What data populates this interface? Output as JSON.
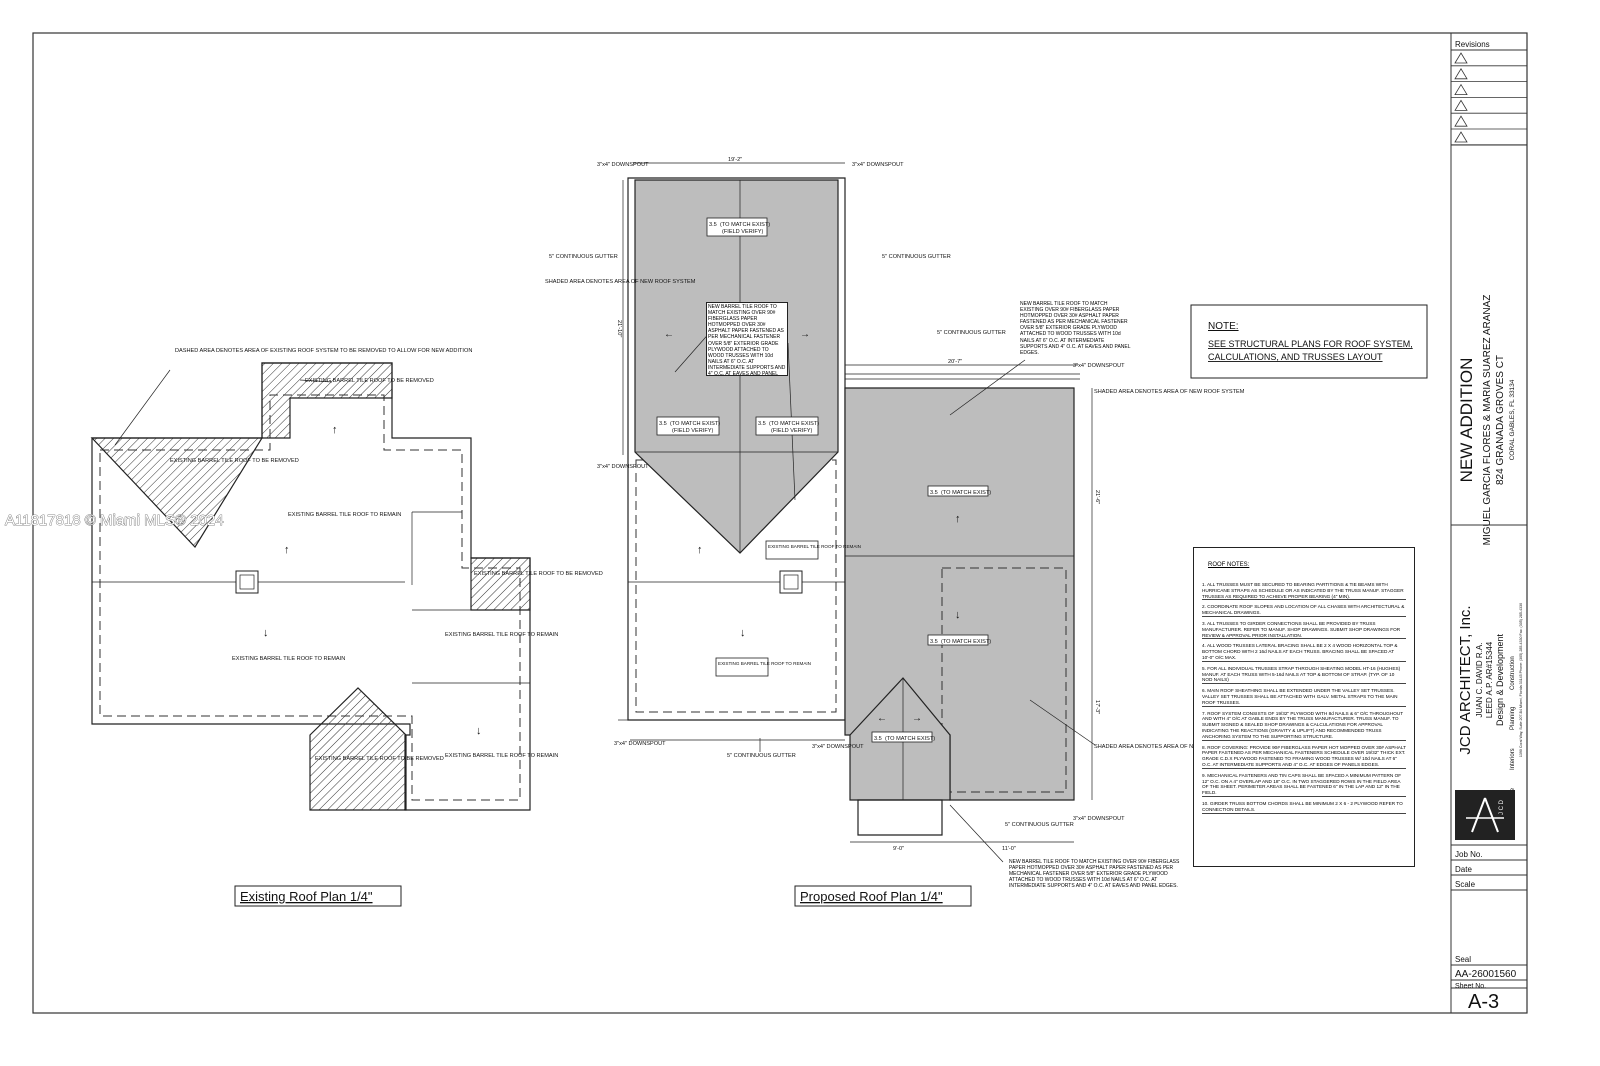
{
  "watermark": "A11817818 © Miami MLS® 2024",
  "revisions": {
    "title": "Revisions",
    "count": 6
  },
  "project": {
    "title": "NEW ADDITION",
    "owners": "MIGUEL GARCIA FLORES & MARIA SUAREZ ARANAZ",
    "address": "824 GRANADA GROVES CT",
    "city": "CORAL GABLES, FL 33134"
  },
  "firm": {
    "name": "JCD ARCHITECT, Inc.",
    "architect": "JUAN C. DAVID R.A.",
    "license": "LEED A.P. AR#15344",
    "tagline": "Design & Development",
    "disciplines": [
      "Architecture",
      "Interiors",
      "Planning",
      "Construction"
    ],
    "contact": "1390 Coral Way, Suite 207-B4   Miami, Florida 33145   Phone: (305) 285-4330   Fax: (305) 285-4330",
    "logo_letters": "J C D"
  },
  "titleblock": {
    "job_no_label": "Job No.",
    "date_label": "Date",
    "scale_label": "Scale",
    "seal_label": "Seal",
    "license_no": "AA-26001560",
    "sheet_no_label": "Sheet No.",
    "sheet_no": "A-3"
  },
  "existing_plan": {
    "title": "Existing Roof Plan 1/4\"",
    "labels": [
      "DASHED AREA DENOTES AREA OF EXISTING ROOF SYSTEM TO BE REMOVED TO ALLOW FOR NEW ADDITION",
      "EXISTING BARREL TILE ROOF TO BE REMOVED",
      "EXISTING BARREL TILE ROOF TO BE REMOVED",
      "EXISTING BARREL TILE ROOF TO REMAIN",
      "EXISTING BARREL TILE ROOF TO REMAIN",
      "EXISTING BARREL TILE ROOF TO BE REMOVED",
      "EXISTING BARREL TILE ROOF TO REMAIN",
      "EXISTING BARREL TILE ROOF TO REMAIN",
      "EXISTING BARREL TILE ROOF TO BE REMOVED"
    ]
  },
  "proposed_plan": {
    "title": "Proposed Roof Plan 1/4\"",
    "dims": [
      "19'-2\"",
      "20'-7\"",
      "21'-10\"",
      "21'-6\"",
      "17'-3\"",
      "9'-0\"",
      "11'-0\""
    ],
    "downspout": "3\"x4\" DOWNSPOUT",
    "gutter": "5\" CONTINUOUS GUTTER",
    "shaded_note": "SHADED AREA DENOTES AREA OF NEW ROOF SYSTEM",
    "match_exist": "(TO MATCH EXIST)",
    "field_verify": "(FIELD VERIFY)",
    "slope": "3.5",
    "new_roof_note": "NEW BARREL TILE ROOF TO MATCH EXISTING OVER 90# FIBERGLASS PAPER HOTMOPPED OVER 30# ASPHALT PAPER FASTENED AS PER MECHANICAL FASTENER OVER 5/8\" EXTERIOR GRADE PLYWOOD ATTACHED TO WOOD TRUSSES WITH 10d NAILS AT 6\" O.C. AT INTERMEDIATE SUPPORTS AND 4\" O.C. AT EAVES AND PANEL EDGES.",
    "existing_label": "EXISTING BARREL TILE ROOF TO REMAIN"
  },
  "note_box": {
    "title": "NOTE:",
    "lines": [
      "SEE STRUCTURAL PLANS FOR ROOF SYSTEM,",
      "CALCULATIONS, AND TRUSSES LAYOUT"
    ]
  },
  "roof_notes": {
    "title": "ROOF NOTES:",
    "items": [
      "1. ALL TRUSSES MUST BE SECURED TO BEARING PARTITIONS & TIE BEAMS WITH HURRICANE STRAPS AS SCHEDULE OR AS INDICATED BY THE TRUSS MANUF. STAGGER TRUSSES AS REQUIRED TO ACHIEVE PROPER BEARING (4\" MIN).",
      "2. COORDINATE ROOF SLOPES AND LOCATION OF ALL CHASES WITH ARCHITECTURAL & MECHANICAL DRAWINGS.",
      "3. ALL TRUSSES TO GIRDER CONNECTIONS SHALL BE PROVIDED BY TRUSS MANUFACTURER. REFER TO MANUF. SHOP DRAWINGS. SUBMIT SHOP DRAWINGS FOR REVIEW & APPROVAL PRIOR INSTALLATION.",
      "4. ALL WOOD TRUSSES LATERAL BRACING SHALL BE 2 X 4 WOOD HORIZONTAL TOP & BOTTOM CHORD WITH 2 16d NAILS AT EACH TRUSS. BRACING SHALL BE SPACED AT 10'-0\" O/C MAX.",
      "5. FOR ALL INDIVIDUAL TRUSSES STRAP THROUGH SHEATING MODEL HT-16 (HUGHES) MANUF. AT EACH TRUSS WITH 5-16d NAILS AT TOP & BOTTOM OF STRAP. (TYP. OF 10 NOD NAILS)",
      "6. MAIN ROOF SHEATHING SHALL BE EXTENDED UNDER THE VALLEY SET TRUSSES. VALLEY SET TRUSSES SHALL BE ATTACHED WITH GALV. METAL STRAPS TO THE MAIN ROOF TRUSSES.",
      "7. ROOF SYSTEM CONSISTS OF 19/32\" PLYWOOD WITH 8d NAILS & 6\" O/C THROUGHOUT AND WITH 4\" O/C AT GABLE ENDS BY THE TRUSS MANUFACTURER. TRUSS MANUF. TO SUBMIT SIGNED & SEALED SHOP DRAWINGS & CALCULATIONS FOR APPROVAL INDICATING THE REACTIONS (GRAVITY & UPLIFT) AND RECOMMENDED TRUSS ANCHORING SYSTEM TO THE SUPPORTING STRUCTURE.",
      "8. ROOF COVERING: PROVIDE 90# FIBERGLASS PAPER HOT MOPPED OVER 30# ASPHALT PAPER FASTENED AS PER MECHANICAL FASTENERS SCHEDULE OVER 19/32\" THICK EXT. GRADE C.D.X PLYWOOD FASTENED TO FRAMING WOOD TRUSSES W/ 10d NAILS AT 6\" O.C. AT INTERMEDIATE SUPPORTS AND 4\" O.C. AT EDGES OF PANELS EDGES.",
      "9. MECHANICAL FASTENERS AND TIN CAPS SHALL BE SPACED A MINIMUM PATTERN OF 12\" O.C. ON A 4\" OVERLAP AND 18\" O.C. IN TWO STAGGERED ROWS IN THE FIELD AREA OF THE SHEET. PERIMETER AREAS SHALL BE FASTENED 6\" IN THE LAP AND 12\" IN THE FIELD.",
      "10. GIRDER TRUSS BOTTOM CHORDS SHALL BE MINIMUM 2 X 6 - 2 PLYWOOD REFER TO CONNECTION DETAILS."
    ]
  },
  "colors": {
    "line": "#222222",
    "shade": "#bdbdbd",
    "paper": "#ffffff"
  },
  "icons": [
    "revision-triangle-icon",
    "north-arrow-icon",
    "jcd-logo-icon"
  ]
}
